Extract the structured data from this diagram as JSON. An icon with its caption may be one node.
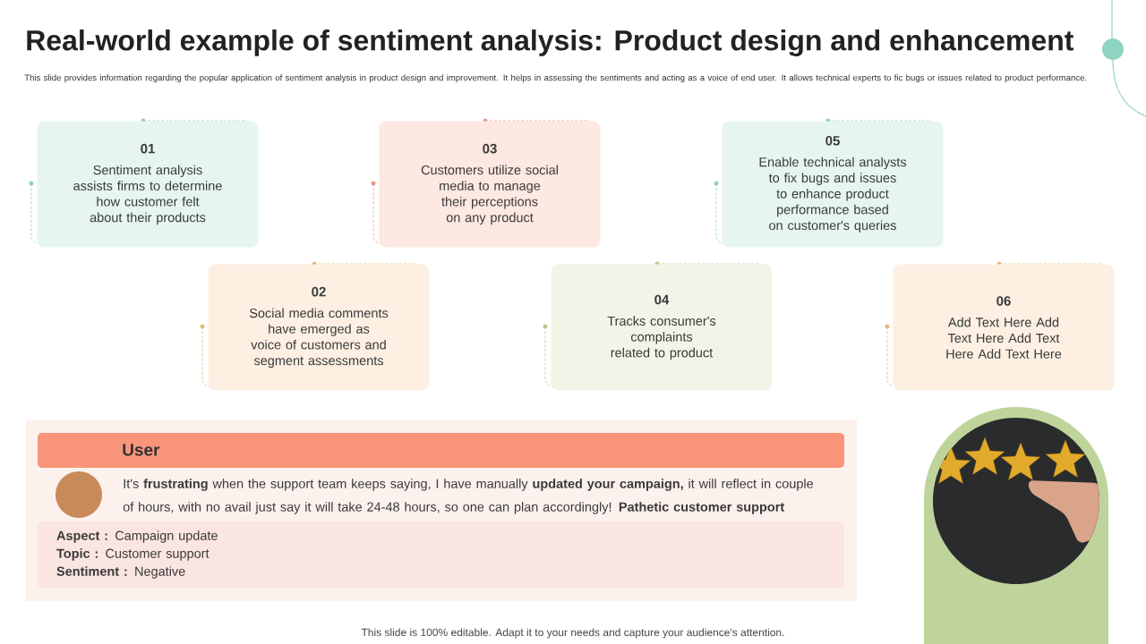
{
  "diagram": {
    "title": "Real-world example of sentiment analysis: Product design and enhancement",
    "nodes": [
      {
        "text": [
          "01",
          "Sentiment analysis assists firms to determine how customer felt about their products"
        ]
      },
      {
        "text": [
          "03",
          "Customers utilize social media to manage their perceptions on any product"
        ]
      },
      {
        "text": [
          "05",
          "Enable technical analysts to fix bugs and issues to enhance product performance based on customer's queries"
        ]
      },
      {
        "text": [
          "02",
          "Social media comments have emerged as voice of customers and segment assessments"
        ]
      },
      {
        "text": [
          "04",
          "Tracks consumer's complaints related to product"
        ]
      },
      {
        "text": [
          "06",
          "Add Text Here Add Text Here Add Text Here Add Text Here"
        ]
      },
      {
        "text": [
          "User",
          "It's **frustrating** when the support team keeps saying, I have manually **updated your campaign,** it will reflect in couple of hours, with no avail just say it will take 24-48 hours, so one can plan accordingly! **Pathetic customer support**"
        ]
      },
      {
        "text": [
          "**Aspect :** Campaign update",
          "**Topic :** Customer support",
          "**Sentiment :** Negative"
        ],
        "in": 6
      }
    ],
    "labels": [
      "This slide provides information regarding the popular application of sentiment analysis in product design and improvement. It helps in assessing the sentiments and acting as a voice of end user. It allows technical experts to fic bugs or issues related to product performance.",
      "This slide is 100% editable. Adapt it to your needs and capture your audience's attention."
    ]
  }
}
